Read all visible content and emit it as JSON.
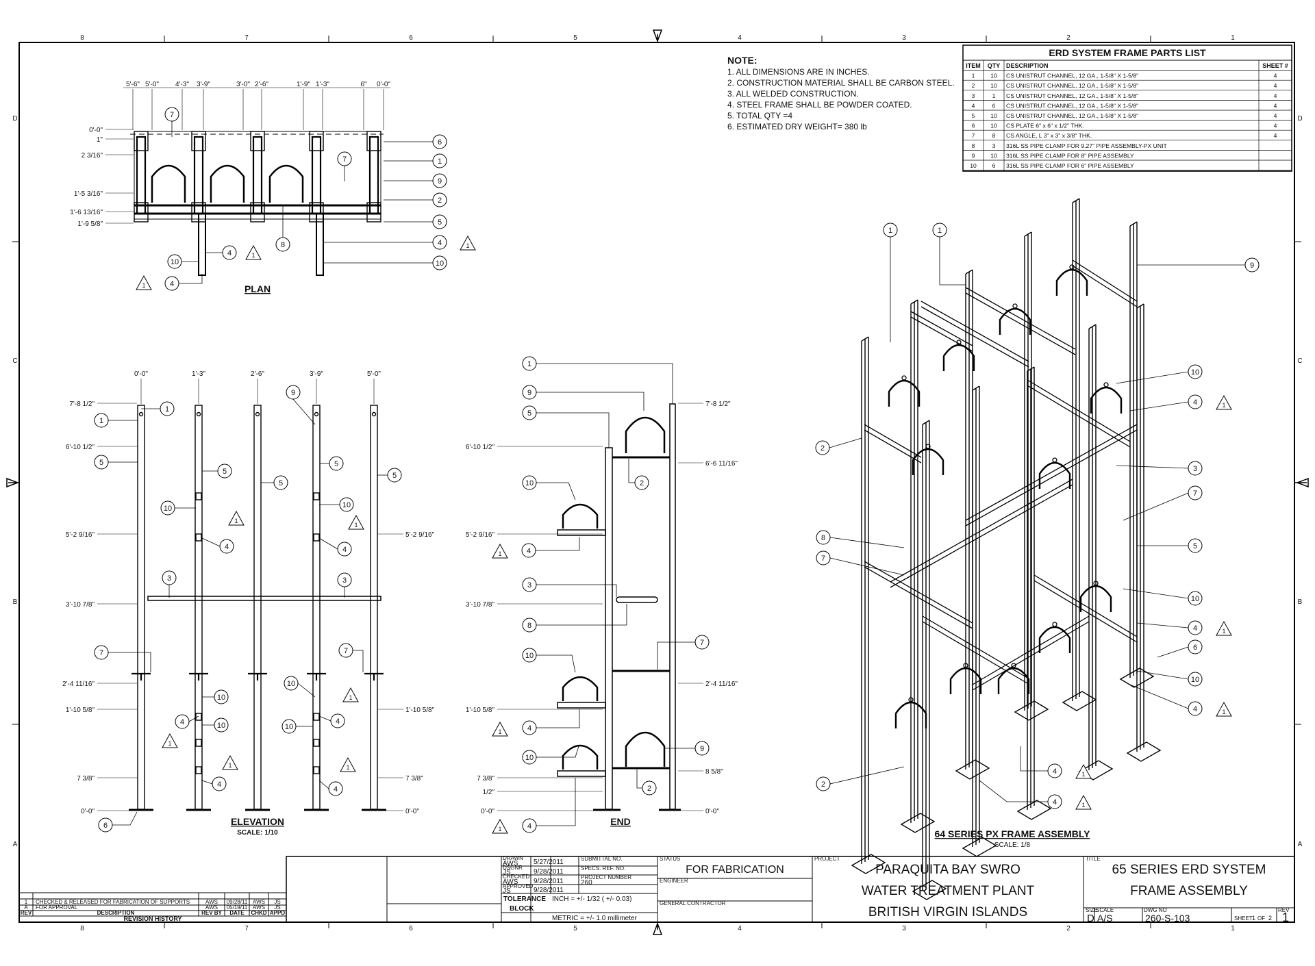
{
  "zone_columns": [
    "8",
    "7",
    "6",
    "5",
    "4",
    "3",
    "2",
    "1"
  ],
  "zone_rows": [
    "D",
    "C",
    "B",
    "A"
  ],
  "notes": {
    "heading": "NOTE:",
    "items": [
      "1. ALL DIMENSIONS ARE IN INCHES.",
      "2. CONSTRUCTION MATERIAL SHALL BE CARBON STEEL.",
      "3. ALL WELDED CONSTRUCTION.",
      "4. STEEL FRAME SHALL BE POWDER COATED.",
      "5. TOTAL QTY =4",
      "6. ESTIMATED DRY WEIGHT= 380 lb"
    ]
  },
  "parts_list": {
    "title": "ERD SYSTEM FRAME PARTS LIST",
    "headers": [
      "ITEM",
      "QTY",
      "DESCRIPTION",
      "SHEET #"
    ],
    "rows": [
      [
        "1",
        "10",
        "CS UNISTRUT CHANNEL, 12 GA., 1-5/8\" X 1-5/8\"",
        "4"
      ],
      [
        "2",
        "10",
        "CS UNISTRUT CHANNEL, 12 GA., 1-5/8\" X 1-5/8\"",
        "4"
      ],
      [
        "3",
        "1",
        "CS UNISTRUT CHANNEL, 12 GA., 1-5/8\" X 1-5/8\"",
        "4"
      ],
      [
        "4",
        "6",
        "CS UNISTRUT CHANNEL, 12 GA., 1-5/8\" X 1-5/8\"",
        "4"
      ],
      [
        "5",
        "10",
        "CS UNISTRUT CHANNEL, 12 GA., 1-5/8\" X 1-5/8\"",
        "4"
      ],
      [
        "6",
        "10",
        "CS PLATE 6\" x 6\" x 1/2\" THK.",
        "4"
      ],
      [
        "7",
        "8",
        "CS ANGLE, L 3\" x 3\" x 3/8\" THK.",
        "4"
      ],
      [
        "8",
        "3",
        "316L SS PIPE CLAMP FOR 9.27\" PIPE ASSEMBLY-PX UNIT",
        ""
      ],
      [
        "9",
        "10",
        "316L SS PIPE CLAMP FOR 8\" PIPE ASSEMBLY",
        ""
      ],
      [
        "10",
        "6",
        "316L SS PIPE CLAMP FOR 6\" PIPE ASSEMBLY",
        ""
      ]
    ]
  },
  "views": {
    "plan": {
      "title": "PLAN",
      "top_dims": [
        "5'-6\"",
        "5'-0\"",
        "4'-3\"",
        "3'-9\"",
        "3'-0\"",
        "2'-6\"",
        "1'-9\"",
        "1'-3\"",
        "6\"",
        "0'-0\""
      ],
      "left_dims": [
        "0'-0\"",
        "1\"",
        "2 3/16\"",
        "1'-5 3/16\"",
        "1'-6 13/16\"",
        "1'-9 5/8\""
      ]
    },
    "elevation": {
      "title": "ELEVATION",
      "scale": "SCALE: 1/10",
      "top_dims": [
        "0'-0\"",
        "1'-3\"",
        "2'-6\"",
        "3'-9\"",
        "5'-0\""
      ],
      "left_dims": [
        "7'-8 1/2\"",
        "6'-10 1/2\"",
        "5'-2 9/16\"",
        "3'-10 7/8\"",
        "2'-4 11/16\"",
        "1'-10 5/8\"",
        "7 3/8\"",
        "0'-0\""
      ],
      "right_dims": [
        "5'-2 9/16\"",
        "1'-10 5/8\"",
        "7 3/8\"",
        "0'-0\""
      ]
    },
    "end": {
      "title": "END",
      "left_dims": [
        "6'-10 1/2\"",
        "5'-2 9/16\"",
        "3'-10 7/8\"",
        "1'-10 5/8\"",
        "7 3/8\"",
        "1/2\"",
        "0'-0\""
      ],
      "right_dims": [
        "7'-8 1/2\"",
        "6'-6 11/16\"",
        "2'-4 11/16\"",
        "8 5/8\"",
        "0'-0\""
      ]
    },
    "iso": {
      "title": "64 SERIES PX FRAME ASSEMBLY",
      "scale": "SCALE: 1/8"
    }
  },
  "revision_history": {
    "rows": [
      [
        "1",
        "CHECKED & RELEASED FOR FABRICATION OF SUPPORTS",
        "AWS",
        "09/28/11",
        "AWS",
        "JS"
      ],
      [
        "A",
        "FOR APPROVAL",
        "AWS",
        "05/19/11",
        "AWS",
        "JS"
      ]
    ],
    "headers": [
      "REV",
      "DESCRIPTION",
      "REV BY",
      "DATE",
      "CHKD",
      "APPD"
    ],
    "caption": "REVISION HISTORY"
  },
  "title_block": {
    "drawn_label": "DRAWN",
    "drawn_by": "AWS",
    "drawn_date": "5/27/2011",
    "design_label": "DSGNR",
    "design_by": "JS",
    "design_date": "9/28/2011",
    "checked_label": "CHECKED",
    "checked_by": "AWS",
    "checked_date": "9/28/2011",
    "approved_label": "APPROVED",
    "approved_by": "JS",
    "approved_date": "9/28/2011",
    "submittal_label": "SUBMITTAL NO.",
    "specs_label": "SPECS. REF. NO.",
    "project_number_label": "PROJECT NUMBER",
    "project_number": "260",
    "tolerance_label_1": "TOLERANCE",
    "tolerance_label_2": "BLOCK",
    "tolerance_inch": "INCH = +/- 1/32 ( +/- 0.03)",
    "tolerance_metric": "METRIC = +/- 1.0 millimeter",
    "status_label": "STATUS",
    "status": "FOR FABRICATION",
    "engineer_label": "ENGINEER",
    "contractor_label": "GENERAL CONTRACTOR",
    "project_label": "PROJECT",
    "project_lines": [
      "PARAQUITA BAY SWRO",
      "WATER TREATMENT PLANT",
      "BRITISH VIRGIN ISLANDS"
    ],
    "title_label": "TITLE",
    "title_lines": [
      "65 SERIES ERD SYSTEM",
      "FRAME ASSEMBLY"
    ],
    "size_label": "SIZE",
    "size": "D",
    "scale_label": "SCALE",
    "scale": "A/S",
    "dwg_label": "DWG NO",
    "dwg_no": "260-S-103",
    "sheet_label": "SHEET",
    "sheet_no": "1",
    "sheet_of": "OF",
    "sheet_total": "2",
    "rev_label": "REV",
    "rev": "1"
  }
}
